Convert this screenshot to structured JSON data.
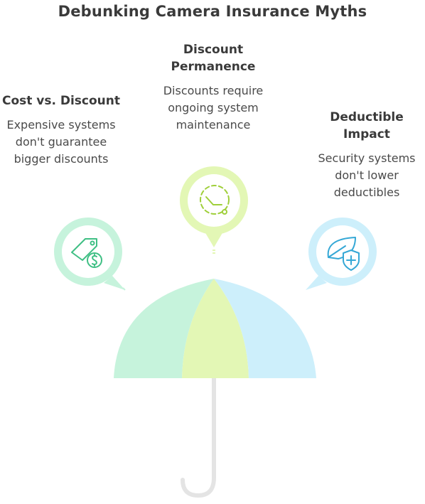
{
  "title": "Debunking Camera Insurance Myths",
  "items": [
    {
      "heading": "Cost vs. Discount",
      "text": "Expensive systems don't guarantee bigger discounts",
      "icon": "price-tag-dollar-icon",
      "color": "#c6f3dc"
    },
    {
      "heading": "Discount Permanence",
      "text": "Discounts require ongoing system maintenance",
      "icon": "maintenance-clock-icon",
      "color": "#e3f7b5"
    },
    {
      "heading": "Deductible Impact",
      "text": "Security systems don't lower deductibles",
      "icon": "leaf-shield-icon",
      "color": "#cdeffb"
    }
  ],
  "colors": {
    "canopy_left": "#c6f3dc",
    "canopy_mid": "#e3f7b5",
    "canopy_right": "#cdeffb",
    "handle": "#e4e4e4"
  }
}
